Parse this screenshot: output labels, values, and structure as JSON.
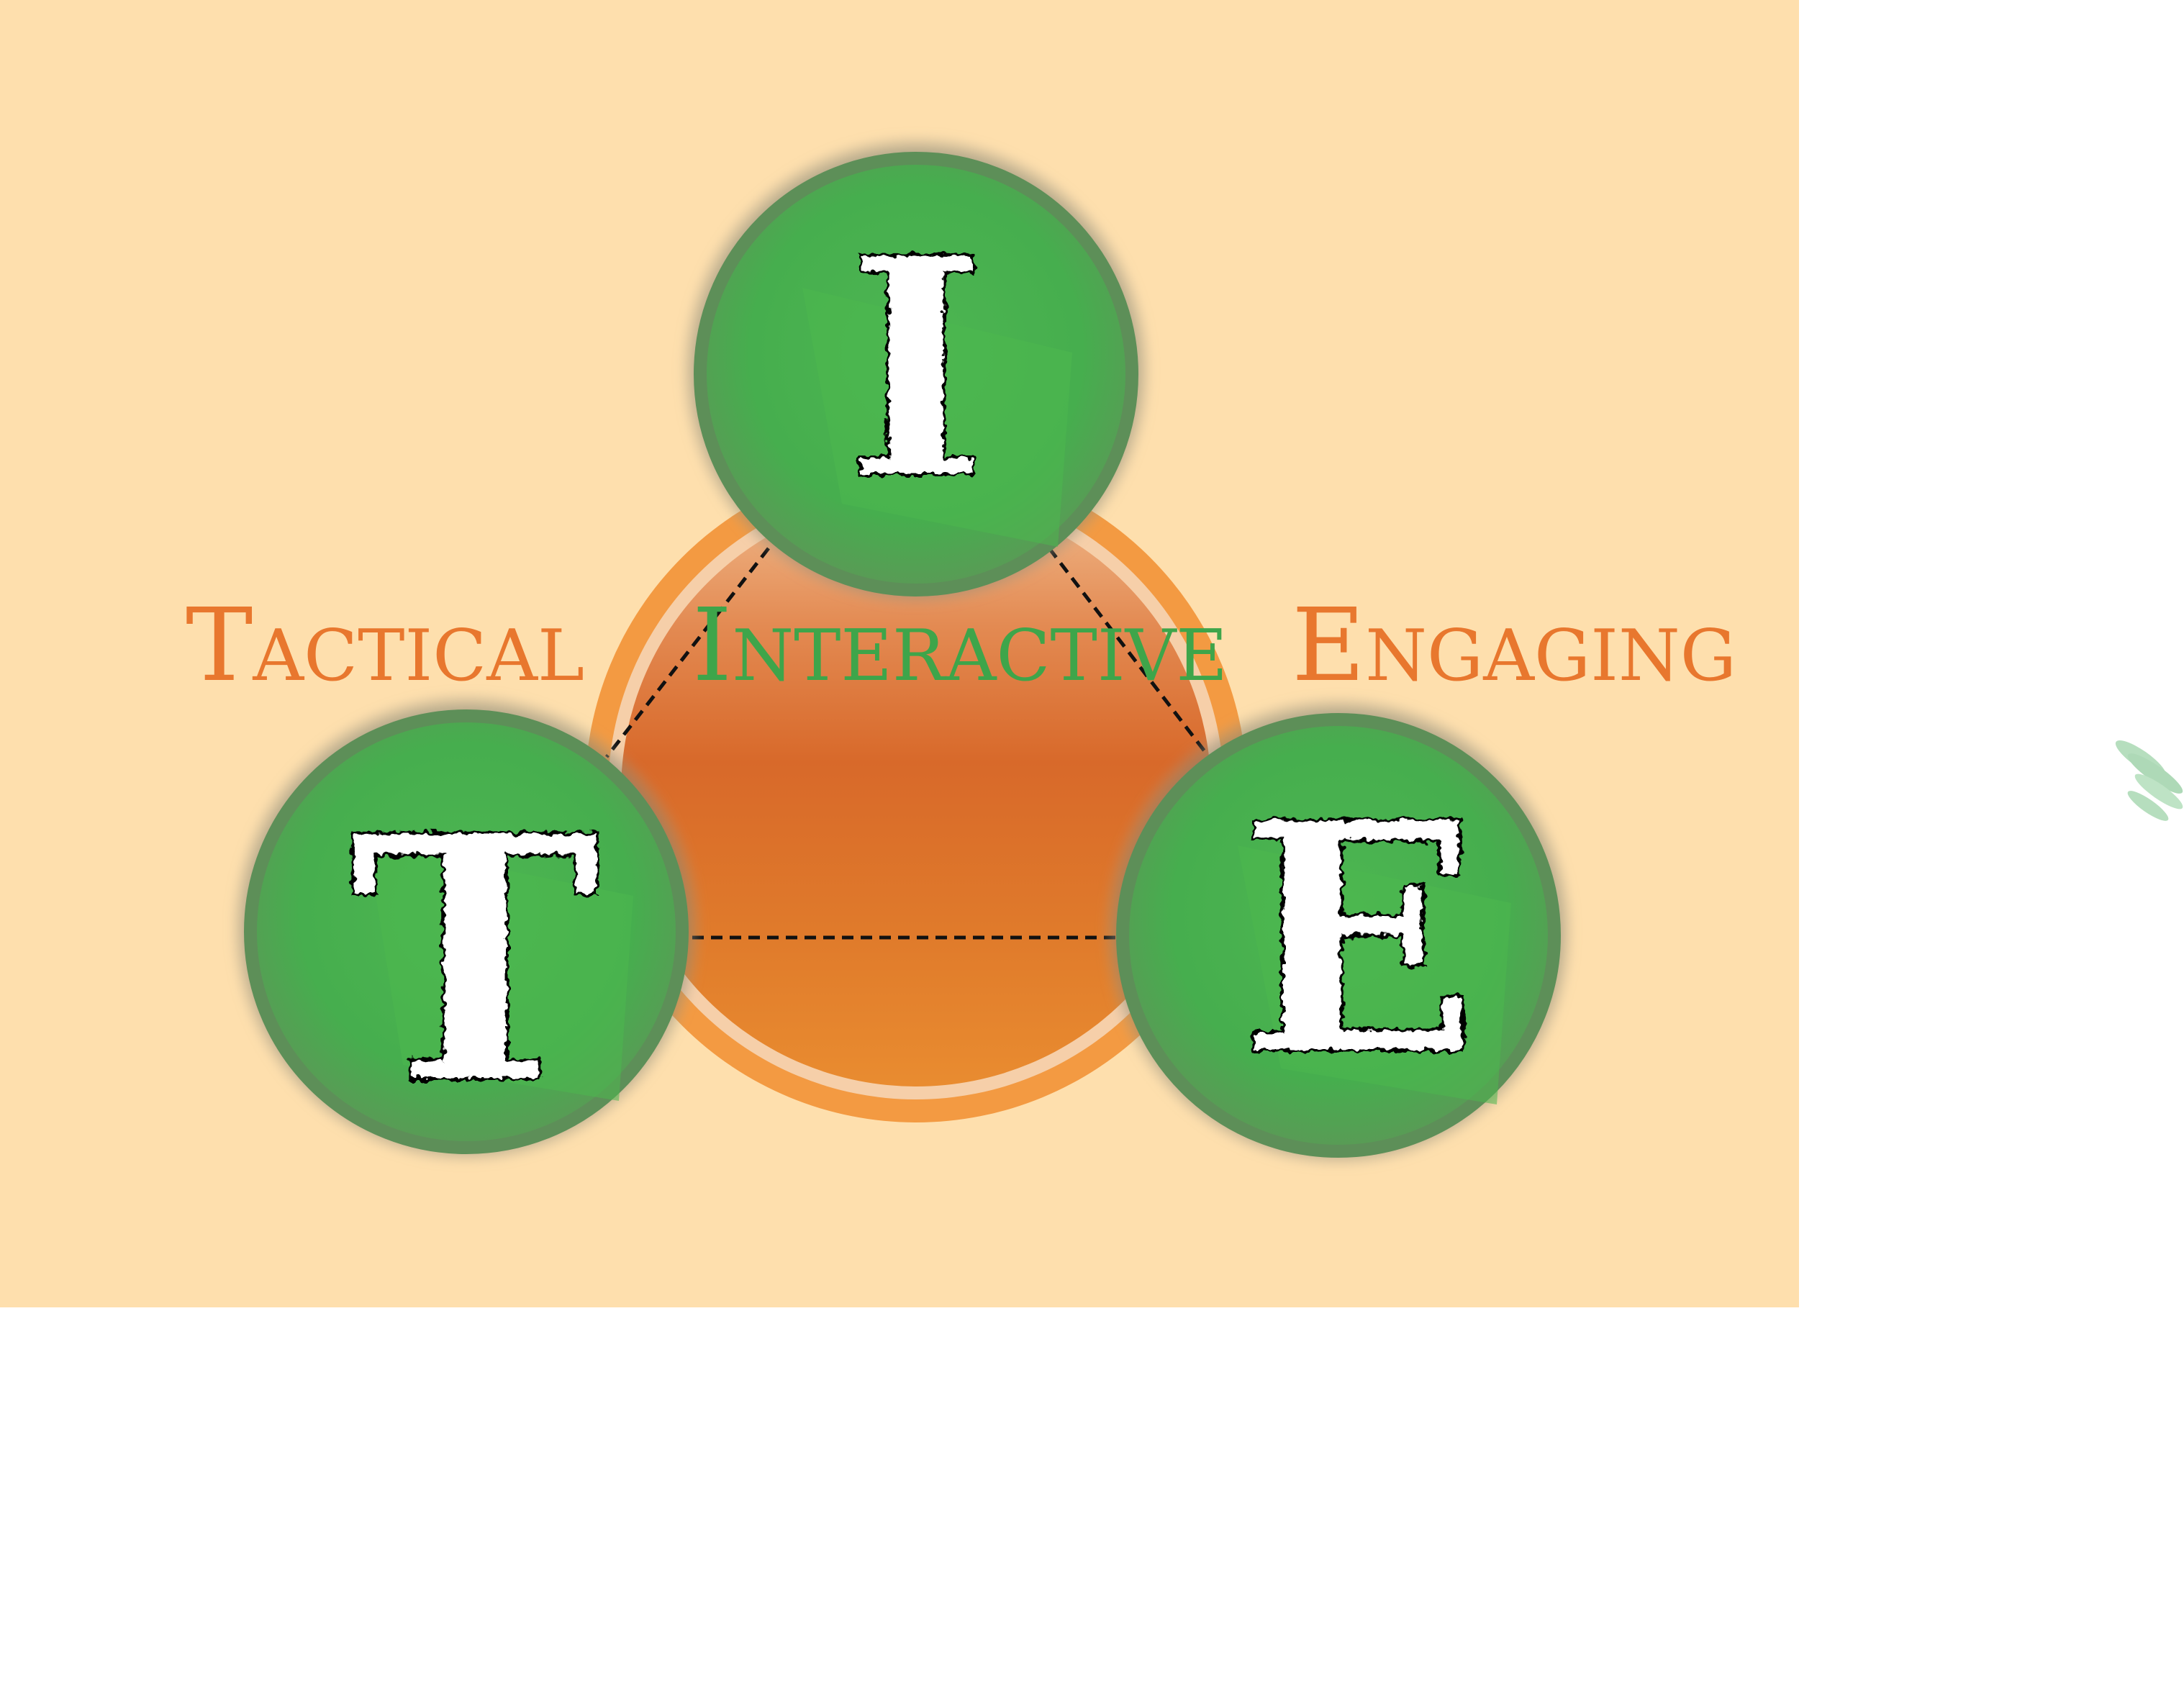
{
  "labels": {
    "left": {
      "first": "T",
      "rest": "ACTICAL"
    },
    "center": {
      "first": "I",
      "rest": "NTERACTIVE"
    },
    "right": {
      "first": "E",
      "rest": "NGAGING"
    }
  },
  "badges": {
    "top": "I",
    "left": "T",
    "right": "E"
  },
  "colors": {
    "panel_background": "#FEDFAD",
    "orange_ring": "#F39A42",
    "orange_core_dark": "#D9682A",
    "label_orange": "#E8772E",
    "label_green": "#3EA54A",
    "badge_green": "#45AF4D",
    "badge_green_dark": "#5E9E5A",
    "badge_halo": "#8E8C78",
    "letter_fill": "#FFFFFF",
    "connector": "#111111"
  }
}
